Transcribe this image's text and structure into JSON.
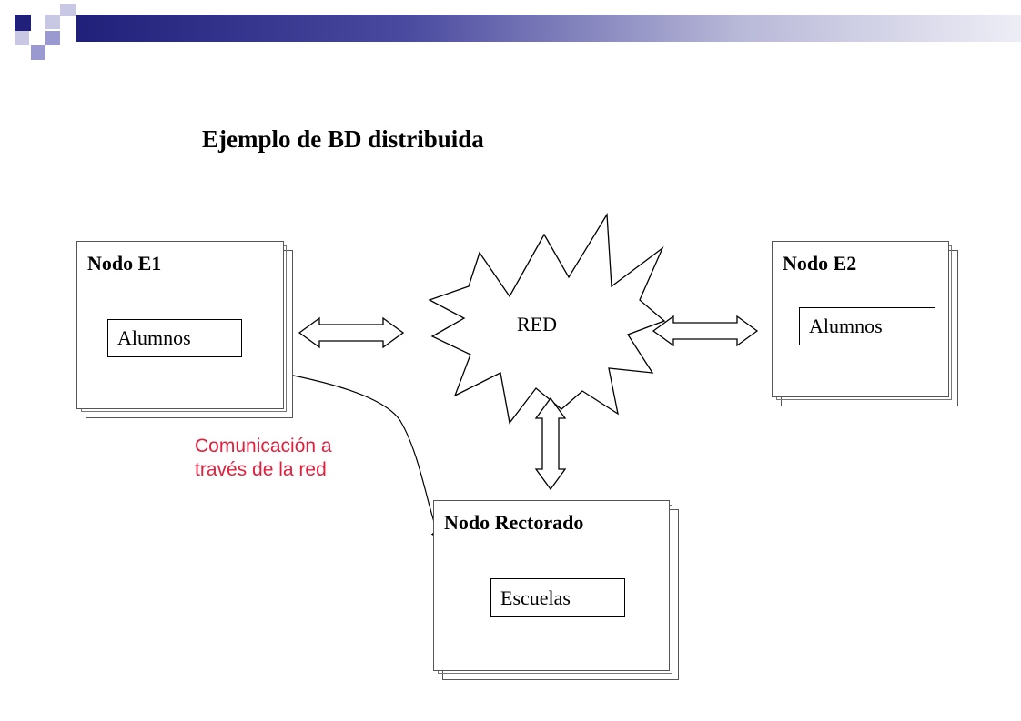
{
  "slide_title": "Ejemplo de BD distribuida",
  "network": {
    "label": "RED"
  },
  "nodes": {
    "e1": {
      "title": "Nodo E1",
      "table": "Alumnos"
    },
    "e2": {
      "title": "Nodo E2",
      "table": "Alumnos"
    },
    "rectorado": {
      "title": "Nodo Rectorado",
      "table": "Escuelas"
    }
  },
  "annotation": {
    "line1": "Comunicación a",
    "line2": "través de la red",
    "color": "#e0203c"
  },
  "header_colors": [
    "#20207a",
    "#b8b8d8"
  ]
}
